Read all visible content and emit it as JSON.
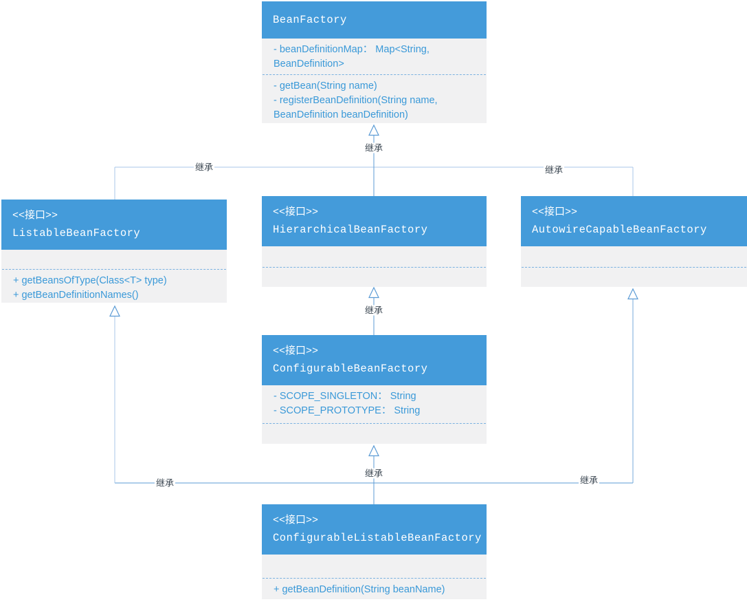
{
  "diagram": {
    "type": "uml-class-diagram",
    "colors": {
      "class_header_bg": "#449bda",
      "class_header_text": "#ffffff",
      "class_body_bg": "#f1f1f2",
      "class_body_text": "#3a99d8",
      "divider": "#79b1e0",
      "line_light": "#a9c7e8",
      "line_medium": "#5b9bd5",
      "edge_label_text": "#3f4a55",
      "canvas_bg": "#ffffff"
    },
    "classes": [
      {
        "name": "BeanFactory",
        "stereotype": "",
        "attributes": [
          "- beanDefinitionMap： Map<String, BeanDefinition>"
        ],
        "methods": [
          "- getBean(String name)",
          "- registerBeanDefinition(String name, BeanDefinition beanDefinition)"
        ]
      },
      {
        "name": "ListableBeanFactory",
        "stereotype": "<<接口>>",
        "attributes": [],
        "methods": [
          "+ getBeansOfType(Class<T> type)",
          "+ getBeanDefinitionNames()"
        ]
      },
      {
        "name": "HierarchicalBeanFactory",
        "stereotype": "<<接口>>",
        "attributes": [],
        "methods": []
      },
      {
        "name": "AutowireCapableBeanFactory",
        "stereotype": "<<接口>>",
        "attributes": [],
        "methods": []
      },
      {
        "name": "ConfigurableBeanFactory",
        "stereotype": "<<接口>>",
        "attributes": [
          "- SCOPE_SINGLETON： String",
          "- SCOPE_PROTOTYPE： String"
        ],
        "methods": []
      },
      {
        "name": "ConfigurableListableBeanFactory",
        "stereotype": "<<接口>>",
        "attributes": [],
        "methods": [
          "+ getBeanDefinition(String beanName)"
        ]
      }
    ],
    "edges": [
      {
        "from": "HierarchicalBeanFactory",
        "to": "BeanFactory",
        "label": "继承"
      },
      {
        "from": "ListableBeanFactory",
        "to": "BeanFactory",
        "label": "继承"
      },
      {
        "from": "AutowireCapableBeanFactory",
        "to": "BeanFactory",
        "label": "继承"
      },
      {
        "from": "ConfigurableBeanFactory",
        "to": "HierarchicalBeanFactory",
        "label": "继承"
      },
      {
        "from": "ConfigurableListableBeanFactory",
        "to": "ConfigurableBeanFactory",
        "label": "继承"
      },
      {
        "from": "ConfigurableListableBeanFactory",
        "to": "ListableBeanFactory",
        "label": "继承"
      },
      {
        "from": "ConfigurableListableBeanFactory",
        "to": "AutowireCapableBeanFactory",
        "label": "继承"
      }
    ]
  }
}
